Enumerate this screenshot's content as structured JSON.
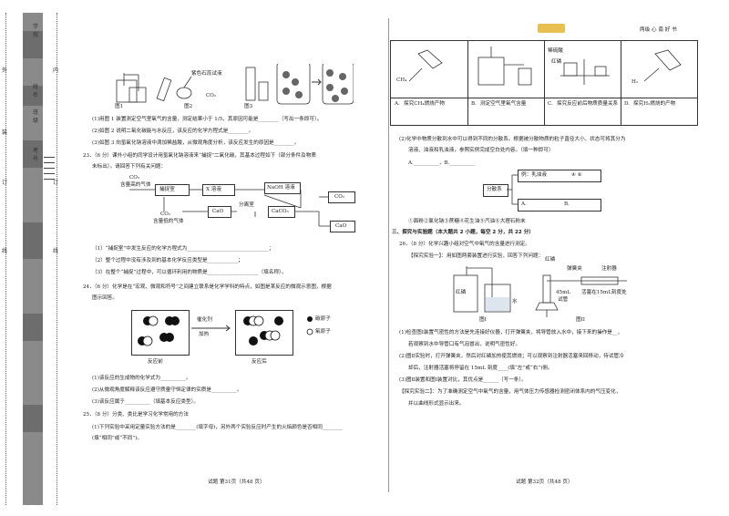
{
  "binding": {
    "chars_vertical": [
      "外",
      "内",
      "订",
      "装",
      "线",
      "订",
      "线"
    ],
    "field_labels": [
      "学校",
      "姓名",
      "班级",
      "考号"
    ]
  },
  "header_right": {
    "logo": "logo",
    "tagline": "两级 心 南 好 书"
  },
  "left": {
    "fig_labels": [
      "图1",
      "图2",
      "图3"
    ],
    "fig2_labels": [
      "紫色石蕊试液",
      "CO₂"
    ],
    "q_lines": [
      "(1)用图 1 装置测定空气里氧气的含量，测定结果小于 1/5，其原因可能是________（写出一条即可）。",
      "(2)如图 2 说明二氧化碳能与水反应，该反应的化学方程式是________。",
      "(3)如图 3 向氢氧化钠溶液中滴加稀盐酸，从微观角度分析，该反应发生的原因是________。"
    ],
    "q23": {
      "head": "23．（6 分）课外小组的同学设计用氢氧化钠溶液来“捕捉”二氧化碳，其基本过程如下（部分条件及物质",
      "head2": "未标出）。请回答下列有关问题：",
      "flow": {
        "co2_top": "CO₂",
        "source": "含量高的气体",
        "capture": "捕捉室",
        "x_solution": "X 溶液",
        "naoh": "NaOH 溶液",
        "co2_out": "CO₂",
        "co2_low": "CO₂",
        "low_gas": "含量低的气体",
        "cao": "CaO",
        "separate": "分离室",
        "caco3": "CaCO₃",
        "cao_out": "CaO"
      },
      "sub": [
        "（1）“捕捉室”中发生反应的化学方程式为________________________________；",
        "（2）整个过程中没有涉及到的基本化学反应类型是____________；",
        "（3）在整个“捕捉”过程中，可以循环利用的物质是____________________（填名称）。"
      ]
    },
    "q24": {
      "head": "24．（6 分）化学是在“宏观、微观和符号”之间建立联系是化学学科的特点，如图是某反应的微观示意图，根据",
      "head2": "图示回答。",
      "catalyst": "催化剂",
      "heat": "加热",
      "before": "反应前",
      "after": "反应后",
      "legend_c": "碳原子",
      "legend_o": "氧原子",
      "sub": [
        "(1)该反应的生成物的化学式为__________。",
        "(2)从微观角度解释该反应遵守质量守恒定律的实质是__________。",
        "(3)该反应属于__________（填基本反应类型）。"
      ]
    },
    "q25": {
      "head": "25．（8 分）分类、类比是学习化学常用的方法",
      "sub": [
        "(1)下列实验中采用定量实验方法的是________(填字母)，另外两个实验反应时产生的火焰颜色是否相同________",
        "(填“相同”或“不同”)。"
      ]
    },
    "footer": "试题 第31页（共48 页）"
  },
  "right": {
    "top_options": [
      {
        "letter": "A.",
        "text": "探究CH₄燃烧产物"
      },
      {
        "letter": "B.",
        "text": "测定空气里氧气含量"
      },
      {
        "letter": "C.",
        "text": "探究反应前后物质质量关系"
      },
      {
        "letter": "D.",
        "text": "探究H₂燃烧的产物"
      }
    ],
    "fig_marks": [
      "CH₄",
      "稀硫酸",
      "红磷",
      "H₂"
    ],
    "q25_2": [
      "(2)化学中物质分散到水中可以得到不同的分散系。根据被分散物质的粒子直径大小、状态可将其分为",
      "溶液、浊液和乳浊液，参照实例完成空白处内容。（填一种即可）",
      "A.__________，B.__________"
    ],
    "classify": {
      "root": "分散系",
      "example": "例：乳浊液",
      "nums": "④ ⑥",
      "a": "A.",
      "b": "B."
    },
    "options_line": "①面粉②氯化钠③蔗糖④花生油⑤汽油⑥大理石粉末",
    "section3": "三、探究与实验题（本大题共 2 小题，每空 2 分，共 22 分）",
    "q26_head": "26．（8 分）化学兴趣小组对空气中氧气的含量进行测定。",
    "exp1": "【探究实验一】：用如图两套装置进行实验，回答下列问题：",
    "appar_labels": [
      "红磷",
      "水",
      "弹簧夹",
      "注射器",
      "红磷",
      "活塞在15mL刻度处",
      "45mL",
      "试管"
    ],
    "fig_names": [
      "图I",
      "图II"
    ],
    "q26_lines": [
      "(1)检查图Ⅰ装置气密性的方法是先连接好仪器，打开弹簧夹，将导管放入水中，接下来的操作是__，",
      "若观察到水中导管口有气泡冒出，说明气密性好。",
      "(2)图Ⅱ实验时，打开弹簧夹，然后对红磷加热使其燃烧；可以观察到注射器活塞来回移动，待试管冷",
      "却后，注射器活塞将停留在 15mL 刻度____(填“左”或“右”)侧。",
      "(3)图Ⅱ装置和图Ⅰ装置对比，其优点是______（写一条）。",
      "【探究实验二】：为了准确测定空气中氧气的含量，用气体压力传感器检测密闭体系内的气压变化，",
      "并以曲线形式显示出来。"
    ],
    "footer": "试题 第32页（共48 页）"
  }
}
